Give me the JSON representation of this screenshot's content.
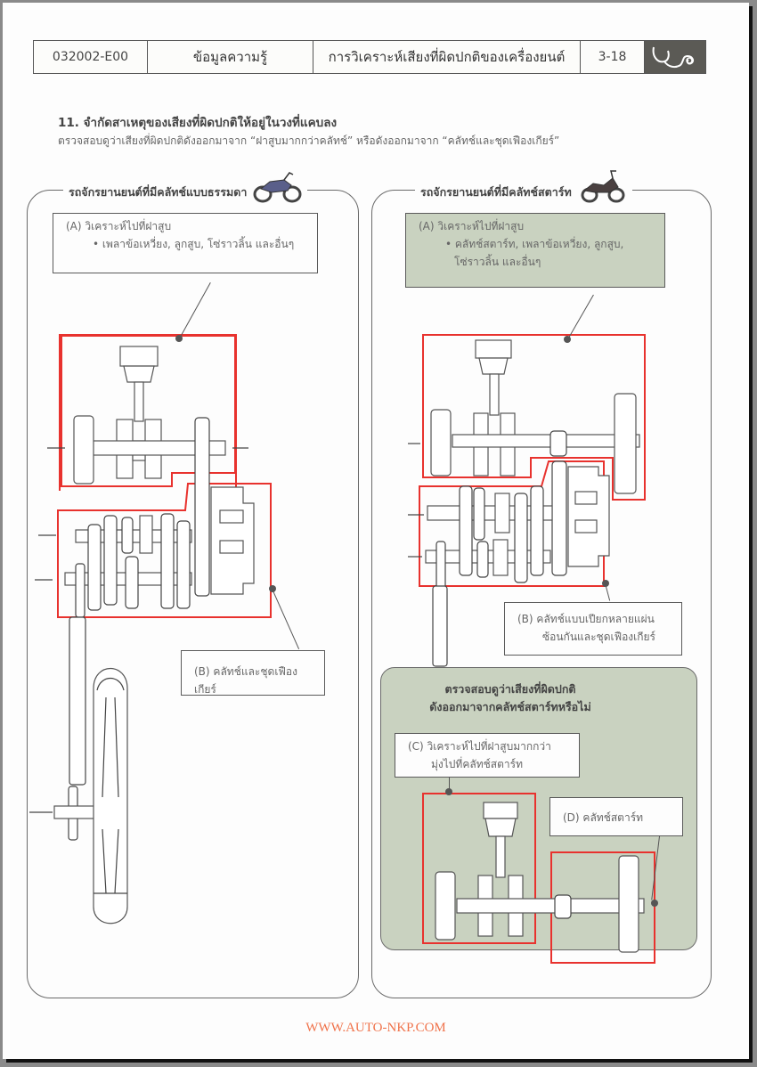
{
  "header": {
    "doc_code": "032002-E00",
    "category": "ข้อมูลความรู้",
    "chapter_title": "การวิเคราะห์เสียงที่ผิดปกติของเครื่องยนต์",
    "page_number": "3-18",
    "icon": "stethoscope-icon"
  },
  "section": {
    "title": "11. จำกัดสาเหตุของเสียงที่ผิดปกติให้อยู่ในวงที่แคบลง",
    "description": "ตรวจสอบดูว่าเสียงที่ผิดปกติดังออกมาจาก “ฝาสูบมากกว่าคลัทช์” หรือดังออกมาจาก “คลัทช์และชุดเฟืองเกียร์”"
  },
  "left_panel": {
    "title": "รถจักรยานยนต์ที่มีคลัทช์แบบธรรมดา",
    "icon": "motorcycle-icon",
    "note_a": {
      "label": "(A) วิเคราะห์ไปที่ฝาสูบ",
      "bullet": "• เพลาข้อเหวี่ยง, ลูกสูบ, โซ่ราวลิ้น และอื่นๆ"
    },
    "note_b": {
      "label": "(B) คลัทช์และชุดเฟืองเกียร์"
    }
  },
  "right_panel": {
    "title": "รถจักรยานยนต์ที่มีคลัทช์สตาร์ท",
    "icon": "scooter-icon",
    "note_a": {
      "label": "(A) วิเคราะห์ไปที่ฝาสูบ",
      "bullet": "• คลัทช์สตาร์ท, เพลาข้อเหวี่ยง, ลูกสูบ,",
      "bullet_cont": "โซ่ราวลิ้น และอื่นๆ"
    },
    "note_b": {
      "line1": "(B) คลัทช์แบบเปียกหลายแผ่น",
      "line2": "ซ้อนกันและชุดเฟืองเกียร์"
    },
    "check_box": {
      "line1": "ตรวจสอบดูว่าเสียงที่ผิดปกติ",
      "line2": "ดังออกมาจากคลัทช์สตาร์ทหรือไม่",
      "note_c": {
        "line1": "(C) วิเคราะห์ไปที่ฝาสูบมากกว่า",
        "line2": "มุ่งไปที่คลัทช์สตาร์ท"
      },
      "note_d": {
        "label": "(D) คลัทช์สตาร์ท"
      }
    }
  },
  "colors": {
    "highlight_red": "#e8322e",
    "green_fill": "#c9d2c0",
    "footer_orange": "#f0724a",
    "header_icon_bg": "#5b5a55"
  },
  "footer": {
    "url": "WWW.AUTO-NKP.COM"
  }
}
